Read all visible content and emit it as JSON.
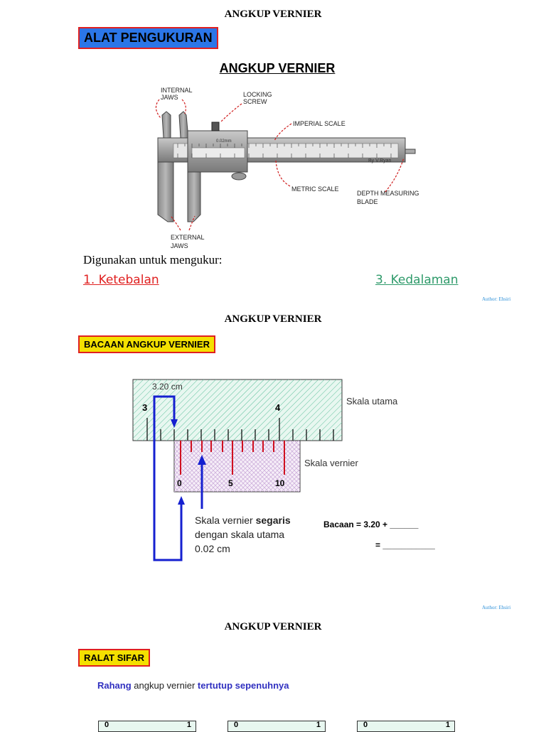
{
  "page1": {
    "title": "ANGKUP VERNIER",
    "section_label": "ALAT PENGUKURAN",
    "subtitle": "ANGKUP VERNIER",
    "diagram_labels": {
      "internal_jaws_1": "INTERNAL",
      "internal_jaws_2": "JAWS",
      "locking_screw_1": "LOCKING",
      "locking_screw_2": "SCREW",
      "imperial_scale": "IMPERIAL SCALE",
      "metric_scale": "METRIC SCALE",
      "depth_blade_1": "DEPTH MEASURING",
      "depth_blade_2": "BLADE",
      "external_jaws_1": "EXTERNAL",
      "external_jaws_2": "JAWS",
      "brand": "By V.Ryan",
      "precision": "0.02mm"
    },
    "usage_text": "Digunakan untuk mengukur:",
    "item1": "1. Ketebalan",
    "item3": "3. Kedalaman",
    "author": "Author: Ehsiri",
    "colors": {
      "item1": "#e02020",
      "item3": "#2e9a6a"
    }
  },
  "page2": {
    "title": "ANGKUP VERNIER",
    "section_label": "BACAAN ANGKUP VERNIER",
    "main_reading": "3.20 cm",
    "main_scale_label": "Skala utama",
    "vernier_scale_label": "Skala vernier",
    "main_tick_3": "3",
    "main_tick_4": "4",
    "vern_tick_0": "0",
    "vern_tick_5": "5",
    "vern_tick_10": "10",
    "note_line1_prefix": "Skala vernier ",
    "note_line1_bold": "segaris",
    "note_line2": "dengan skala utama",
    "note_line3": "0.02 cm",
    "reading_line1": "Bacaan = 3.20 + ______",
    "reading_line2": "= ___________",
    "author": "Author: Ehsiri"
  },
  "page3": {
    "title": "ANGKUP VERNIER",
    "section_label": "RALAT SIFAR",
    "text_part1": "Rahang",
    "text_part2": " angkup vernier ",
    "text_part3": "tertutup sepenuhnya",
    "panel_zero": "0",
    "panel_one": "1"
  }
}
